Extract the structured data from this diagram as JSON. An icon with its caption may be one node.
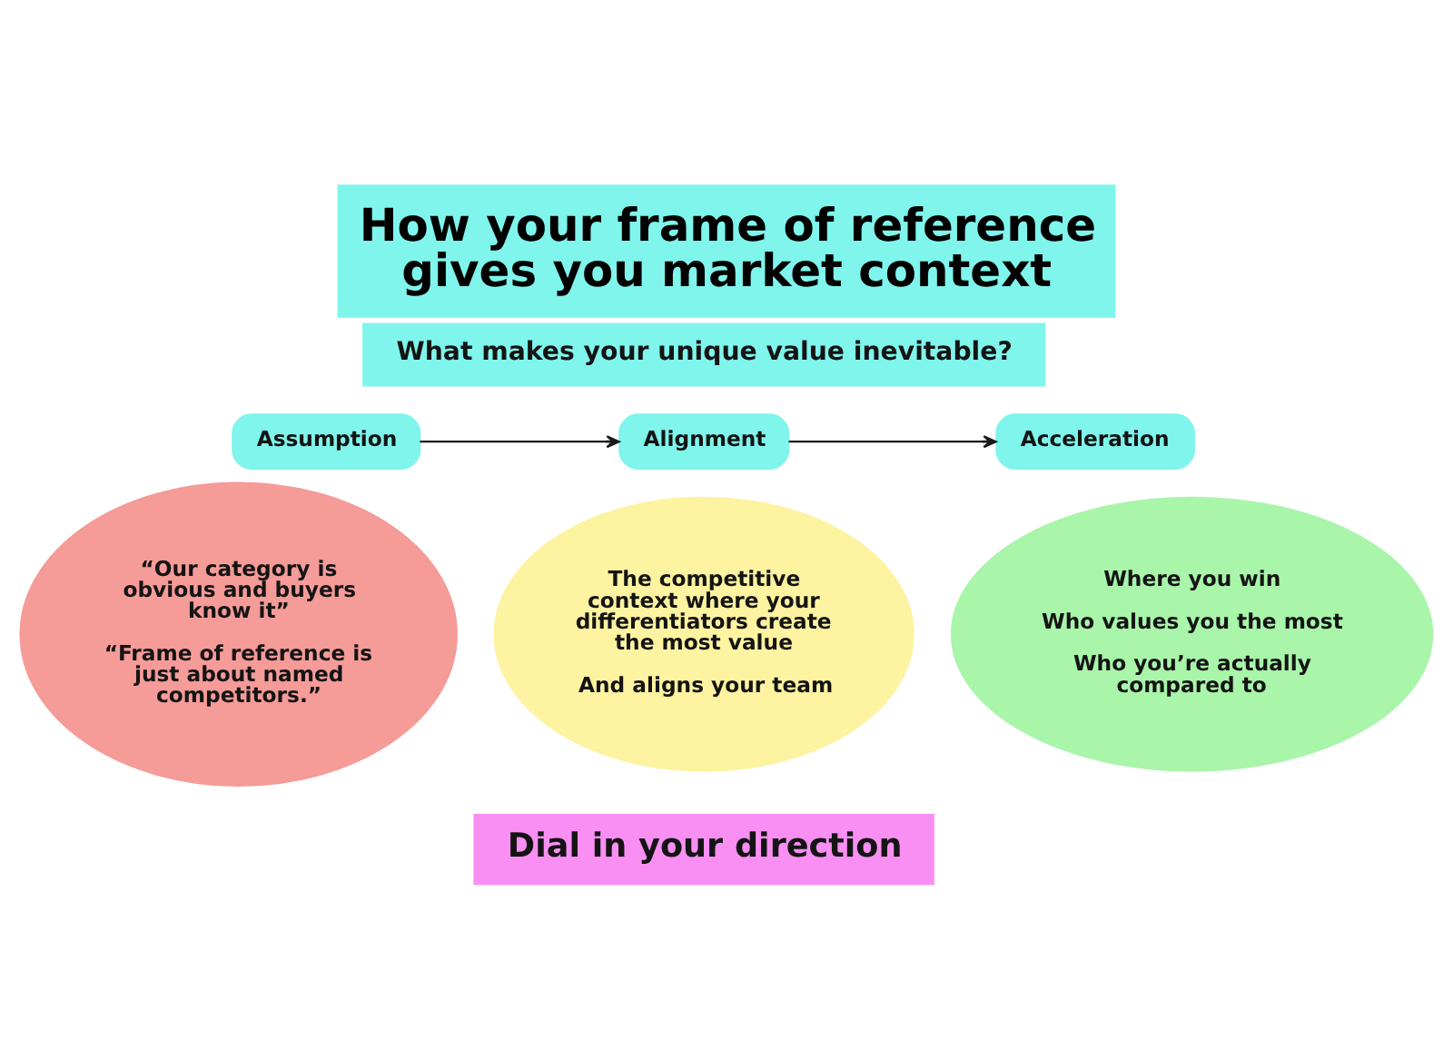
{
  "diagram": {
    "title": "How your frame of reference gives you market context",
    "nodes": [
      {
        "text": [
          "What makes your unique value inevitable?"
        ]
      },
      {
        "text": [
          "Assumption"
        ]
      },
      {
        "text": [
          "Alignment"
        ]
      },
      {
        "text": [
          "Acceleration"
        ]
      },
      {
        "text": [
          "“Our category is obvious and buyers know it”",
          "“Frame of reference is just about named competitors.”"
        ]
      },
      {
        "text": [
          "The competitive context where your differentiators create the most value",
          "And aligns your team"
        ]
      },
      {
        "text": [
          "Where you win",
          "Who values you the most",
          "Who you’re actually compared to"
        ]
      },
      {
        "text": [
          "Dial in your direction"
        ]
      }
    ],
    "edges": [
      {
        "from": 1,
        "to": 2,
        "arrow": "to"
      },
      {
        "from": 2,
        "to": 3,
        "arrow": "to"
      }
    ]
  }
}
